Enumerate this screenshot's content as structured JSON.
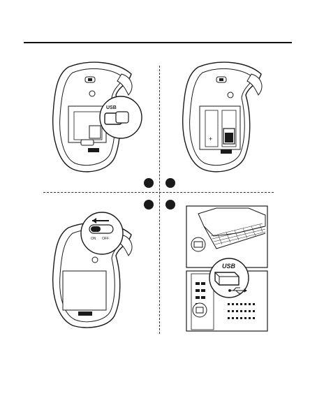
{
  "panels": {
    "tl": {
      "usb_label": "USB"
    },
    "br": {
      "usb_label": "USB"
    },
    "bl": {
      "switch_on": "ON",
      "switch_off": "OFF"
    }
  },
  "colors": {
    "line": "#1a1a1a",
    "light": "#9a9a9a",
    "paper": "#ffffff"
  }
}
